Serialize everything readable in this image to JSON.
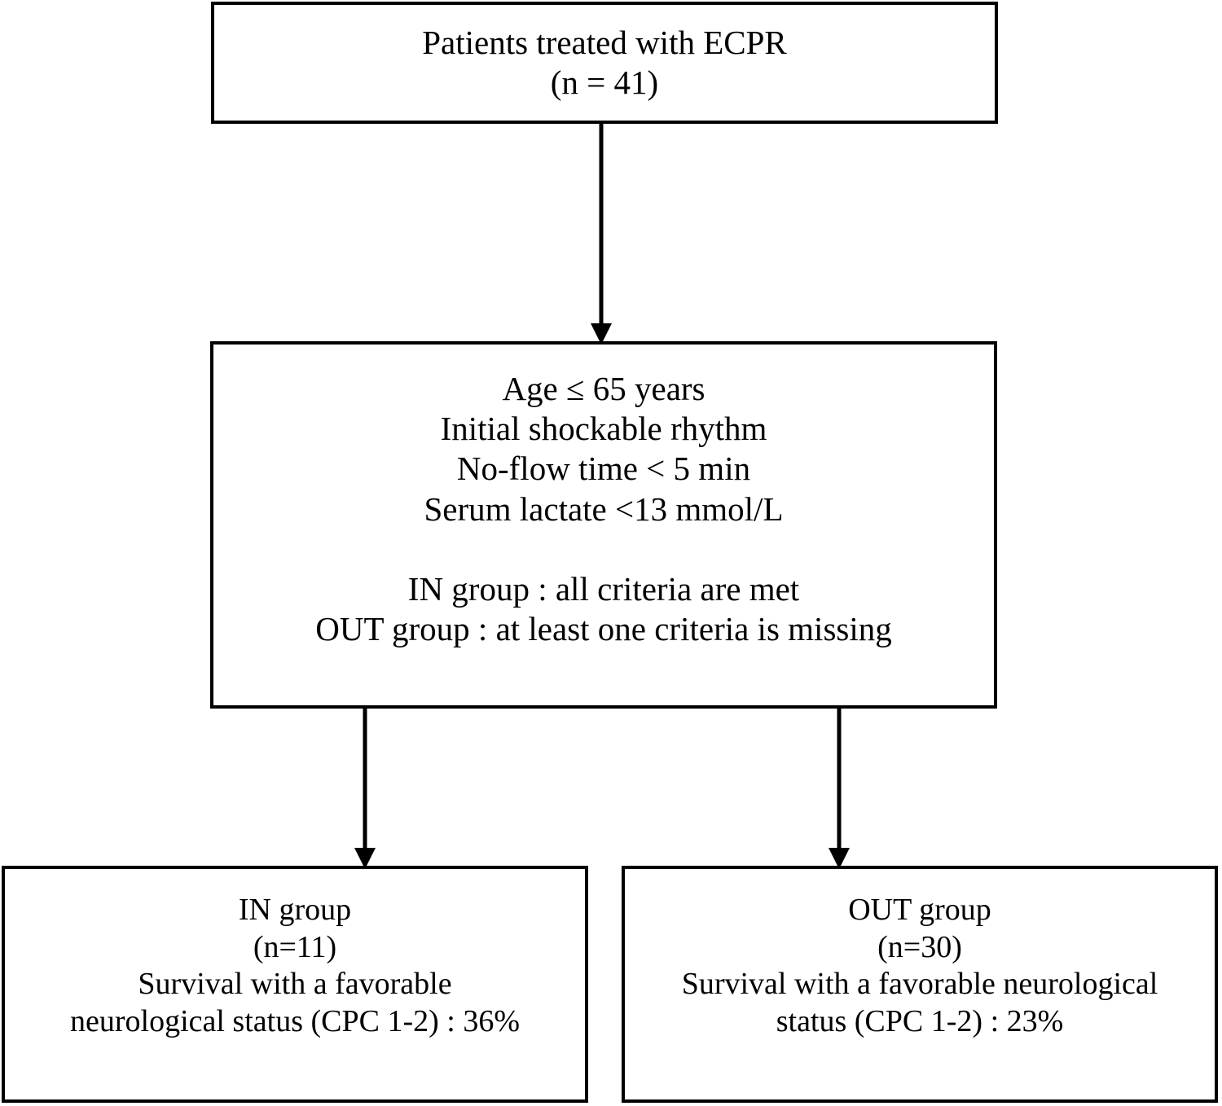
{
  "diagram": {
    "type": "flowchart",
    "title": "ECPR patient selection flow diagram",
    "stroke_color": "#000000",
    "background_color": "#ffffff"
  },
  "nodes": {
    "enrolled": {
      "name": "enrolled-patients-box",
      "lines": [
        "Patients treated with ECPR",
        "(n = 41)"
      ],
      "count": 41
    },
    "criteria": {
      "name": "selection-criteria-box",
      "criteria_lines": [
        "Age ≤ 65 years",
        "Initial shockable rhythm",
        "No-flow time < 5 min",
        "Serum lactate <13 mmol/L"
      ],
      "group_definition_lines": [
        "IN group : all criteria are met",
        "OUT group : at least one criteria is missing"
      ]
    },
    "in_group": {
      "name": "in-group-outcome-box",
      "lines": [
        "IN group",
        "(n=11)",
        "Survival with a favorable",
        "neurological status (CPC 1-2) : 36%"
      ],
      "count": 11,
      "favorable_outcome_percent": "36%"
    },
    "out_group": {
      "name": "out-group-outcome-box",
      "lines": [
        "OUT group",
        "(n=30)",
        "Survival with a favorable neurological",
        "status (CPC 1-2) : 23%"
      ],
      "count": 30,
      "favorable_outcome_percent": "23%"
    }
  },
  "connectors": [
    {
      "name": "enrolled-to-criteria-arrow",
      "from": "enrolled",
      "to": "criteria",
      "direction": "down"
    },
    {
      "name": "criteria-to-in-group-arrow",
      "from": "criteria",
      "to": "in_group",
      "direction": "down"
    },
    {
      "name": "criteria-to-out-group-arrow",
      "from": "criteria",
      "to": "out_group",
      "direction": "down"
    }
  ]
}
